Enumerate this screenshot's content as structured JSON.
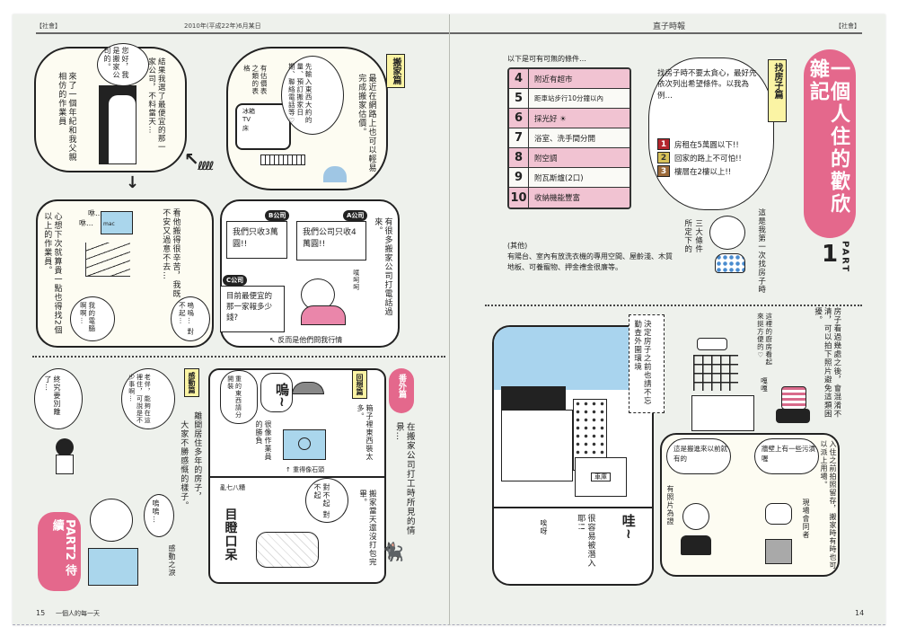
{
  "left_page": {
    "section_tag": "【社會】",
    "date_line": "2010年(平成22年)6月某日",
    "page_number": "15",
    "footer_title": "一個人的每一天",
    "panel1": {
      "door_speech": "您好，我是搬家公司的。",
      "narration_right": "結果我選了最便宜的那一家公司，不料當天…",
      "narration_left": "來了一個年紀和我父親相仿的作業員"
    },
    "panel2": {
      "tag": "搬家篇",
      "thought_bubble": "先輸入東西大約的量、預訂搬家日期、聯絡電話等♡",
      "screen_label": "有估價表之類的表格",
      "screen_items": [
        "冰箱",
        "TV",
        "床"
      ],
      "narration": "最近在網路上也可以輕易完成搬家估價。"
    },
    "panel3": {
      "company_b_label": "B公司",
      "company_b_speech": "我們只收3萬圓!!",
      "company_a_label": "A公司",
      "company_a_speech": "我們公司只收4萬圓!!",
      "company_c_label": "C公司",
      "company_c_speech": "目前最便宜的那一家報多少錢?",
      "sfx": "噗呵呵",
      "caption": "反而是他們問我行情",
      "narration": "有很多搬家公司打電話過來。"
    },
    "panel4": {
      "sfx_1": "咻…",
      "sfx_2": "咻…",
      "box_label": "mac",
      "narration_right": "看他搬得很辛苦，我既不安又過意不去…",
      "narration_left": "心想下次就算貴一點也得找2個以上的作業員。",
      "bubble_computer": "我的電腦 啊啊…",
      "bubble_sorry": "嗚嗚… 對不起…"
    },
    "panel5": {
      "tag": "感動篇",
      "bubble_child": "終究要別離了…",
      "bubble_old": "老伴，能夠在這裡住，可說是不少事啊…",
      "narration_1": "離開居住多年的房子，",
      "narration_2": "大家不勝感慨的樣子。",
      "bubble_cry": "嗚嗚…",
      "caption_tears": "感動之淚",
      "part_badge": "PART2",
      "part_subtitle": "待續"
    },
    "panel6": {
      "tag": "回想篇",
      "extra_tag": "番外篇",
      "bubble_sort": "重的東西請分開裝",
      "sfx_wuu": "嗚~",
      "caption_worker": "很像作業員的勝負",
      "narration_box": "箱子裡東西裝太多。",
      "caption_box": "重得像石頭",
      "sfx_mess": "亂七八糟",
      "bubble_sorry": "對不起 對不起",
      "sfx_stunned": "目瞪口呆",
      "narration_packing": "搬家當天還沒打包完畢。",
      "narration_job": "在搬家公司打工時所見的情景…"
    }
  },
  "right_page": {
    "newspaper_name": "直子時報",
    "section_tag": "【社會】",
    "page_number": "14",
    "title": "一個人住的歡欣雜記",
    "part_label": "PART",
    "part_number": "1",
    "tag": "找房子篇",
    "list_intro": "以下是可有可無的條件…",
    "optional_conditions": [
      {
        "num": "4",
        "text": "附近有超市"
      },
      {
        "num": "5",
        "text": "距車站步行10分鐘以內"
      },
      {
        "num": "6",
        "text": "採光好 ☀"
      },
      {
        "num": "7",
        "text": "浴室、洗手間分開"
      },
      {
        "num": "8",
        "text": "附空調"
      },
      {
        "num": "9",
        "text": "附瓦斯爐(2口)"
      },
      {
        "num": "10",
        "text": "收納機能豐富"
      }
    ],
    "other_label": "(其他)",
    "other_text": "有陽台、室內有放洗衣機的專用空間、屋齡淺、木質地板、可養寵物、押金禮金很廉等。",
    "speech_intro": "找房子時不要太貪心，最好先依次列出希望條件。以我為例…",
    "top_conditions": [
      {
        "num": "1",
        "text": "房租在5萬圓以下!!",
        "color": "#b3262d"
      },
      {
        "num": "2",
        "text": "回家的路上不可怕!!",
        "color": "#d8c25a"
      },
      {
        "num": "3",
        "text": "樓層在2樓以上!!",
        "color": "#9b6a3a"
      }
    ],
    "caption_three": "三大條件",
    "caption_decided": "所定下的",
    "caption_first": "這是我第一次找房子時",
    "panel_exterior": {
      "note": "決定房子之前也請不忘勤查外圍環境",
      "store_sign": "車庫",
      "sfx": "哇~",
      "sfx_small": "唉呀",
      "caption": "很容易被潛入耶!!"
    },
    "panel_kitchen": {
      "caption": "這裡的廚房看起來挺方便的♡",
      "sfx": "嘎嘎",
      "narration": "房子看過幾處之後，會混淆不清，可以拍下照片避免這類困擾。"
    },
    "panel_inspection": {
      "bubble_girl": "這是搬進來以前就有的",
      "bubble_man": "牆壁上有一些污漬喔",
      "caption_photo": "有照片為證",
      "caption_man": "現場會同者",
      "narration": "入住之前拍照留存，搬家時有時也可以派上用場。"
    }
  },
  "colors": {
    "paper": "#eef1ec",
    "pink_brand": "#e4688c",
    "pink_row": "#f1c3d2",
    "tag_yellow": "#fbf4a4",
    "sky_blue": "#a9d4ee",
    "box_blue": "#aad6ec"
  }
}
